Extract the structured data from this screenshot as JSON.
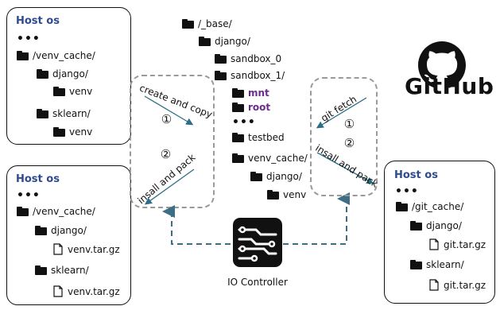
{
  "top_left_box": {
    "title": "Host os",
    "dots": "•••",
    "items": [
      "/venv_cache/",
      "django/",
      "venv",
      "sklearn/",
      "venv"
    ]
  },
  "bottom_left_box": {
    "title": "Host os",
    "dots": "•••",
    "items": [
      "/venv_cache/",
      "django/",
      "venv.tar.gz",
      "sklearn/",
      "venv.tar.gz"
    ]
  },
  "right_box": {
    "title": "Host os",
    "dots": "•••",
    "items": [
      "/git_cache/",
      "django/",
      "git.tar.gz",
      "sklearn/",
      "git.tar.gz"
    ]
  },
  "center_tree": {
    "items": [
      "/_base/",
      "django/",
      "sandbox_0",
      "sandbox_1/",
      "mnt",
      "root",
      "testbed",
      "venv_cache/",
      "django/",
      "venv"
    ],
    "dots": "•••"
  },
  "left_process": {
    "step1_label": "create and copy",
    "step1_num": "①",
    "step2_num": "②",
    "step2_label": "insall and pack"
  },
  "right_process": {
    "step1_label": "git fetch",
    "step1_num": "①",
    "step2_num": "②",
    "step2_label": "insall and pack"
  },
  "controller": {
    "label": "IO Controller",
    "icon": "io-controller-icon"
  },
  "logo": {
    "text": "GitHub",
    "icon": "github-octocat-icon"
  },
  "colors": {
    "title": "#2f4a8e",
    "highlight": "#6a2c8e",
    "arrow": "#2a6f86",
    "dash": "#9a9a9a"
  }
}
